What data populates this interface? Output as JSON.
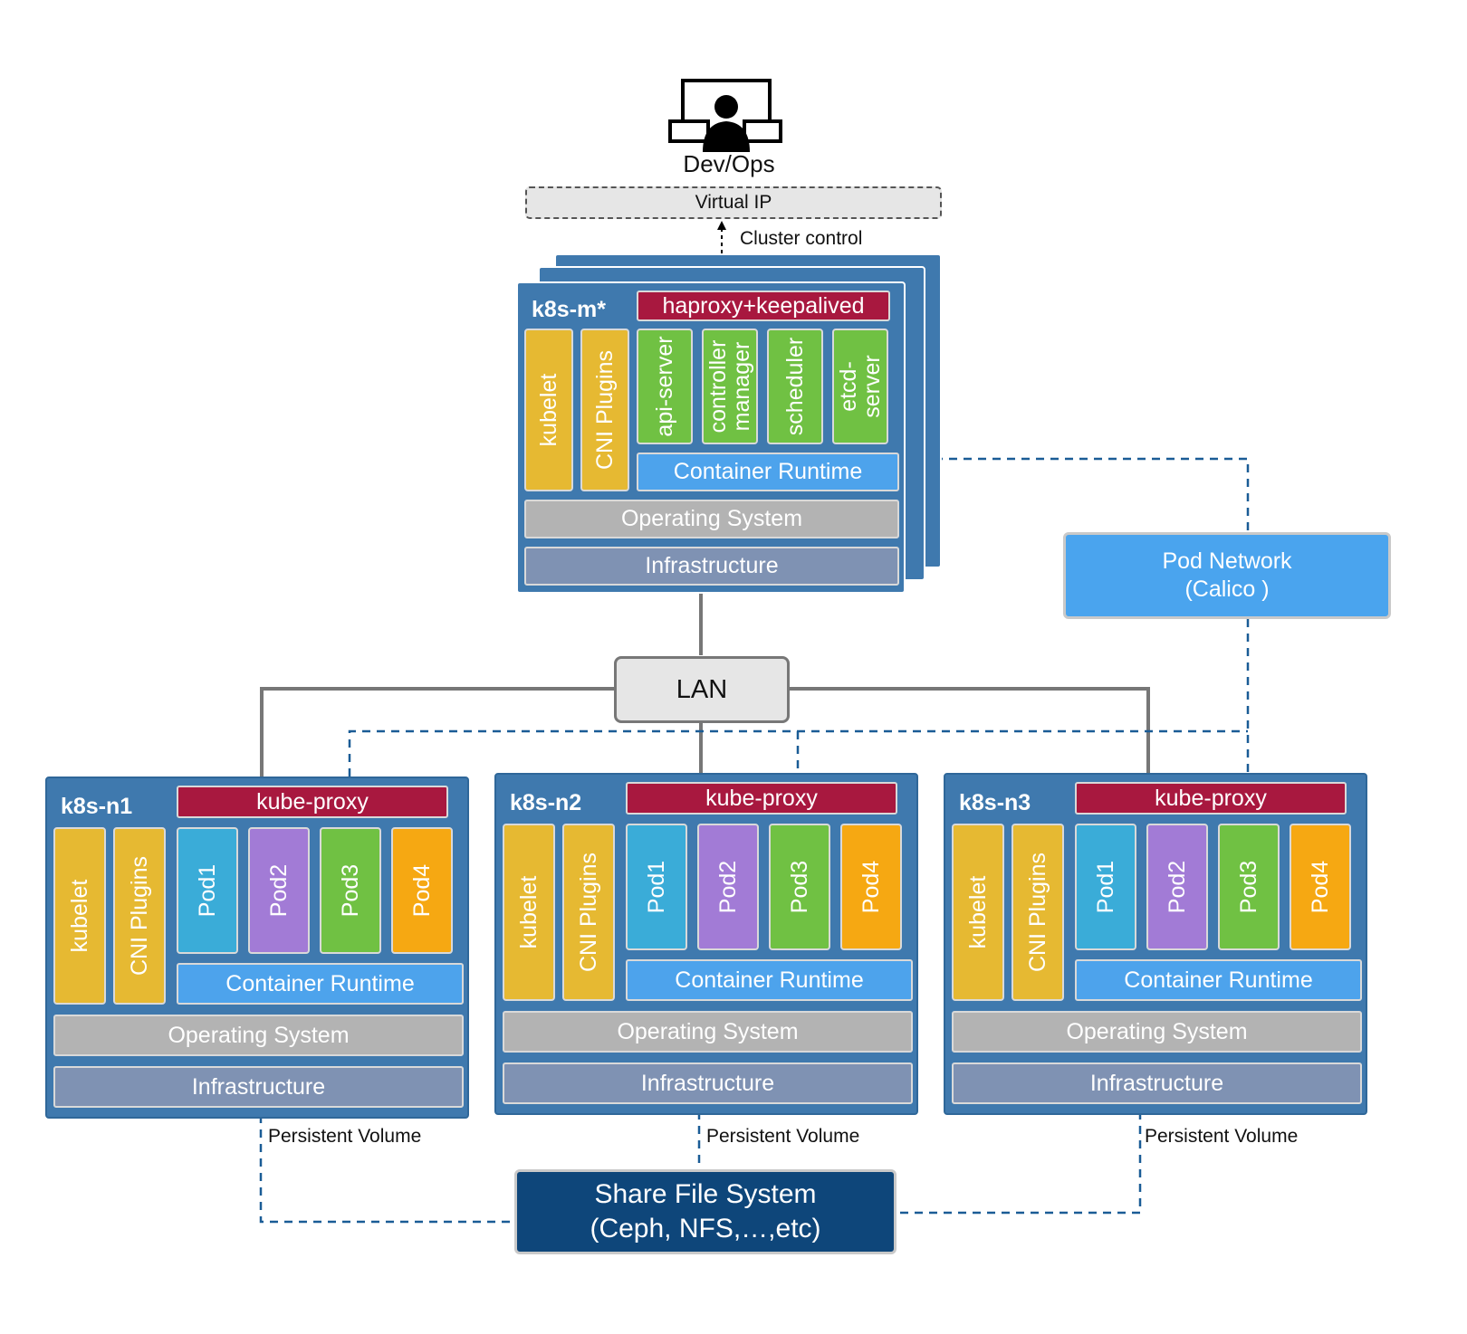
{
  "devops": {
    "label": "Dev/Ops",
    "icon": "operator-workstation-icon"
  },
  "virtual_ip": "Virtual IP",
  "cluster_control": "Cluster control",
  "master": {
    "name": "k8s-m*",
    "lb": "haproxy+keepalived",
    "kubelet": "kubelet",
    "cni": "CNI Plugins",
    "components": [
      "api-server",
      "controller\nmanager",
      "scheduler",
      "etcd-\nserver"
    ],
    "runtime": "Container Runtime",
    "os": "Operating System",
    "infra": "Infrastructure"
  },
  "pod_network": {
    "line1": "Pod Network",
    "line2": "(Calico )"
  },
  "lan": "LAN",
  "workers": [
    {
      "name": "k8s-n1",
      "proxy": "kube-proxy",
      "kubelet": "kubelet",
      "cni": "CNI Plugins",
      "pods": [
        "Pod1",
        "Pod2",
        "Pod3",
        "Pod4"
      ],
      "runtime": "Container Runtime",
      "os": "Operating System",
      "infra": "Infrastructure",
      "pv": "Persistent Volume"
    },
    {
      "name": "k8s-n2",
      "proxy": "kube-proxy",
      "kubelet": "kubelet",
      "cni": "CNI Plugins",
      "pods": [
        "Pod1",
        "Pod2",
        "Pod3",
        "Pod4"
      ],
      "runtime": "Container Runtime",
      "os": "Operating System",
      "infra": "Infrastructure",
      "pv": "Persistent Volume"
    },
    {
      "name": "k8s-n3",
      "proxy": "kube-proxy",
      "kubelet": "kubelet",
      "cni": "CNI Plugins",
      "pods": [
        "Pod1",
        "Pod2",
        "Pod3",
        "Pod4"
      ],
      "runtime": "Container Runtime",
      "os": "Operating System",
      "infra": "Infrastructure",
      "pv": "Persistent Volume"
    }
  ],
  "share_fs": {
    "line1": "Share File System",
    "line2": "(Ceph, NFS,…,etc)"
  },
  "colors": {
    "node": "#3f79ae",
    "proxy": "#a8183f",
    "kubelet": "#e6b932",
    "runtime": "#4da3ec",
    "os": "#b3b3b3",
    "infra": "#7f92b3",
    "pod1": "#3aacd8",
    "pod2": "#a27bd6",
    "pod3": "#70c143",
    "pod4": "#f6a812",
    "pod_network": "#4aa4ee",
    "share_fs": "#0e467a",
    "dashed": "#1a5c96"
  }
}
